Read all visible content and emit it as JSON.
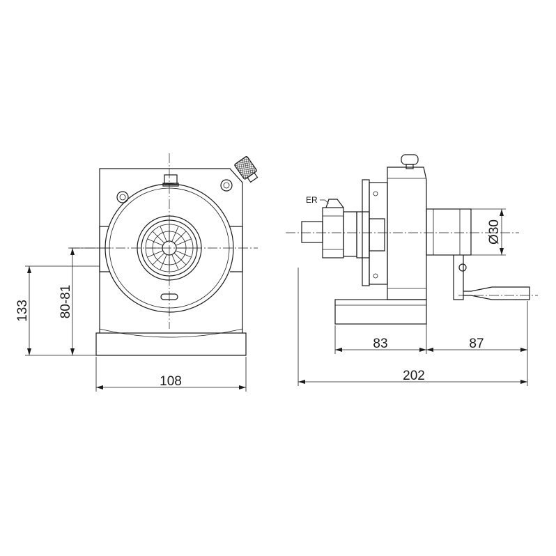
{
  "dimensions": {
    "front_width": "108",
    "front_height": "133",
    "center_height": "80-81",
    "side_body": "83",
    "side_crank": "87",
    "side_total": "202",
    "spindle_diameter": "Ø30"
  },
  "labels": {
    "collet_type": "ER"
  }
}
